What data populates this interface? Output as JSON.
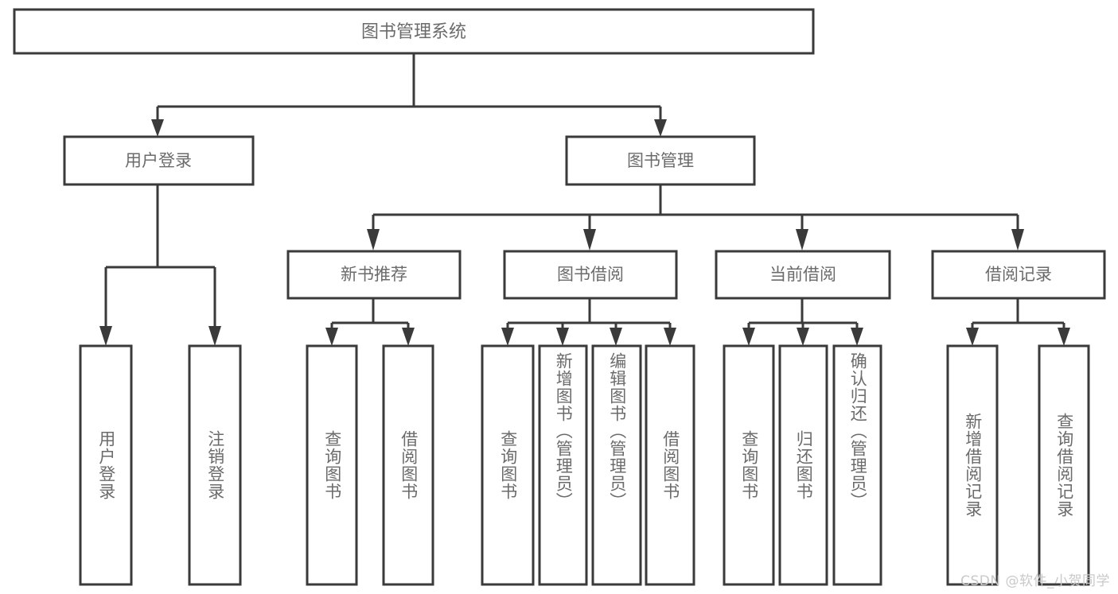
{
  "diagram": {
    "type": "tree-hierarchy",
    "title": "图书管理系统",
    "orientation": "top-down",
    "colors": {
      "box_stroke": "#3a3a3a",
      "box_fill": "#ffffff",
      "label_text": "#6b6b6b",
      "connector": "#3a3a3a",
      "watermark": "#c9c9c9",
      "background": "#ffffff"
    },
    "root": {
      "label": "图书管理系统"
    },
    "level2": [
      {
        "label": "用户登录"
      },
      {
        "label": "图书管理"
      }
    ],
    "level3": [
      {
        "label": "新书推荐"
      },
      {
        "label": "图书借阅"
      },
      {
        "label": "当前借阅"
      },
      {
        "label": "借阅记录"
      }
    ],
    "leaves": {
      "user_login": [
        {
          "label": "用户登录"
        },
        {
          "label": "注销登录"
        }
      ],
      "new_book_recommend": [
        {
          "label": "查询图书"
        },
        {
          "label": "借阅图书"
        }
      ],
      "book_borrow": [
        {
          "label": "查询图书"
        },
        {
          "label": "新增图书（管理员）"
        },
        {
          "label": "编辑图书（管理员）"
        },
        {
          "label": "借阅图书"
        }
      ],
      "current_borrow": [
        {
          "label": "查询图书"
        },
        {
          "label": "归还图书"
        },
        {
          "label": "确认归还（管理员）"
        }
      ],
      "borrow_record": [
        {
          "label": "新增借阅记录"
        },
        {
          "label": "查询借阅记录"
        }
      ]
    }
  },
  "watermark": {
    "text": "CSDN @软件_小贺同学"
  }
}
